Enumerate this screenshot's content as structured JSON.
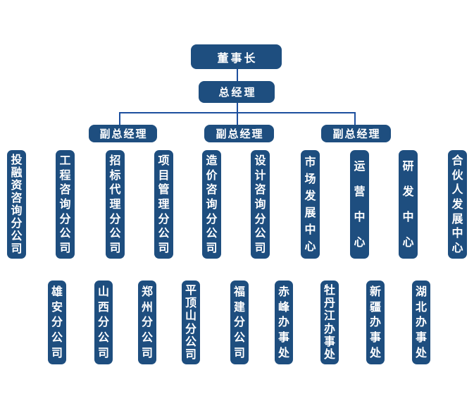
{
  "colors": {
    "node_fill": "#1e4e7f",
    "connector": "#1d4f9e",
    "node_text": "#ffffff",
    "background": "#ffffff"
  },
  "org": {
    "chairman": "董事长",
    "general_manager": "总经理",
    "deputies": [
      "副总经理",
      "副总经理",
      "副总经理"
    ],
    "departments": [
      "投融资咨询分公司",
      "工程咨询分公司",
      "招标代理分公司",
      "项目管理分公司",
      "造价咨询分公司",
      "设计咨询分公司",
      "市场发展中心",
      "运营中心",
      "研发中心",
      "合伙人发展中心"
    ],
    "branches": [
      "雄安分公司",
      "山西分公司",
      "郑州分公司",
      "平顶山分公司",
      "福建分公司",
      "赤峰办事处",
      "牡丹江办事处",
      "新疆办事处",
      "湖北办事处"
    ]
  }
}
